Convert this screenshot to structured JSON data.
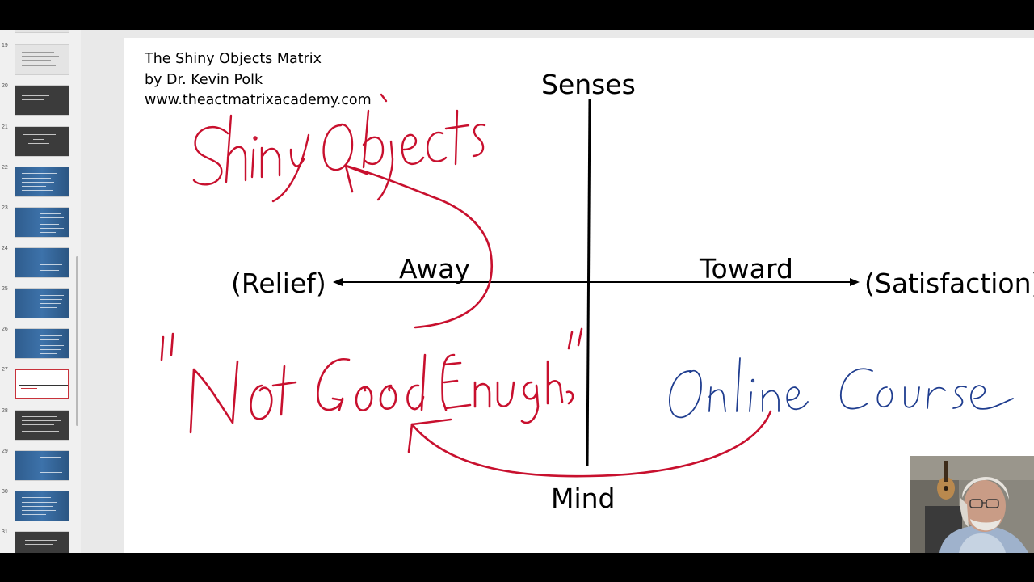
{
  "slide": {
    "credit_line1": "The Shiny Objects Matrix",
    "credit_line2": "by Dr. Kevin Polk",
    "credit_line3": "www.theactmatrixacademy.com",
    "label_top": "Senses",
    "label_bottom": "Mind",
    "label_away": "Away",
    "label_toward": "Toward",
    "label_left": "(Relief)",
    "label_right": "(Satisfaction)"
  },
  "thumbnails": [
    {
      "number": "19"
    },
    {
      "number": "20"
    },
    {
      "number": "21"
    },
    {
      "number": "22"
    },
    {
      "number": "23"
    },
    {
      "number": "24"
    },
    {
      "number": "25"
    },
    {
      "number": "26"
    },
    {
      "number": "27"
    },
    {
      "number": "28"
    },
    {
      "number": "29"
    },
    {
      "number": "30"
    },
    {
      "number": "31"
    }
  ],
  "colors": {
    "ink_red": "#c8102e",
    "ink_blue": "#1f3d8f",
    "active_thumb_border": "#c8323b"
  }
}
